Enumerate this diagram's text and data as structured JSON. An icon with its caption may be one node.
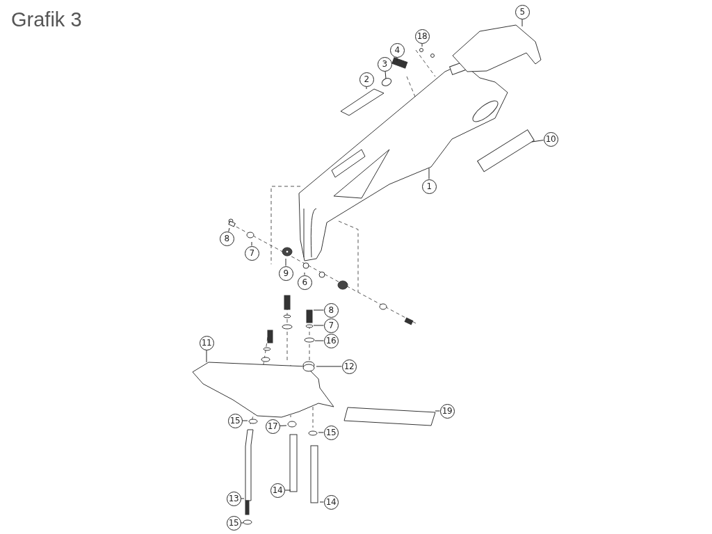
{
  "diagram": {
    "title": "Grafik 3",
    "nodes": [
      {
        "text": [
          "18"
        ]
      },
      {
        "text": [
          "5"
        ]
      },
      {
        "text": [
          "4"
        ]
      },
      {
        "text": [
          "3"
        ]
      },
      {
        "text": [
          "2"
        ]
      },
      {
        "text": [
          "10"
        ]
      },
      {
        "text": [
          "1"
        ]
      },
      {
        "text": [
          "8"
        ]
      },
      {
        "text": [
          "7"
        ]
      },
      {
        "text": [
          "9"
        ]
      },
      {
        "text": [
          "6"
        ]
      },
      {
        "text": [
          "8"
        ]
      },
      {
        "text": [
          "7"
        ]
      },
      {
        "text": [
          "16"
        ]
      },
      {
        "text": [
          "11"
        ]
      },
      {
        "text": [
          "12"
        ]
      },
      {
        "text": [
          "19"
        ]
      },
      {
        "text": [
          "15"
        ]
      },
      {
        "text": [
          "17"
        ]
      },
      {
        "text": [
          "15"
        ]
      },
      {
        "text": [
          "14"
        ]
      },
      {
        "text": [
          "13"
        ]
      },
      {
        "text": [
          "14"
        ]
      },
      {
        "text": [
          "15"
        ]
      }
    ],
    "edges": [
      {
        "from": 0,
        "to": null,
        "arrow": "none"
      },
      {
        "from": 1,
        "to": null,
        "arrow": "none"
      },
      {
        "from": 2,
        "to": null,
        "arrow": "none"
      },
      {
        "from": 3,
        "to": null,
        "arrow": "none"
      },
      {
        "from": 4,
        "to": null,
        "arrow": "none"
      },
      {
        "from": 5,
        "to": null,
        "arrow": "none"
      },
      {
        "from": 6,
        "to": null,
        "arrow": "none"
      },
      {
        "from": 7,
        "to": null,
        "arrow": "none"
      },
      {
        "from": 8,
        "to": null,
        "arrow": "none"
      },
      {
        "from": 9,
        "to": null,
        "arrow": "none"
      },
      {
        "from": 10,
        "to": null,
        "arrow": "none"
      },
      {
        "from": 11,
        "to": null,
        "arrow": "none"
      },
      {
        "from": 12,
        "to": null,
        "arrow": "none"
      },
      {
        "from": 13,
        "to": null,
        "arrow": "none"
      },
      {
        "from": 14,
        "to": null,
        "arrow": "none"
      },
      {
        "from": 15,
        "to": null,
        "arrow": "none"
      },
      {
        "from": 16,
        "to": null,
        "arrow": "none"
      },
      {
        "from": 17,
        "to": null,
        "arrow": "none"
      },
      {
        "from": 18,
        "to": null,
        "arrow": "none"
      },
      {
        "from": 19,
        "to": null,
        "arrow": "none"
      },
      {
        "from": 20,
        "to": null,
        "arrow": "none"
      },
      {
        "from": 21,
        "to": null,
        "arrow": "none"
      },
      {
        "from": 22,
        "to": null,
        "arrow": "none"
      },
      {
        "from": 23,
        "to": null,
        "arrow": "none"
      }
    ]
  }
}
